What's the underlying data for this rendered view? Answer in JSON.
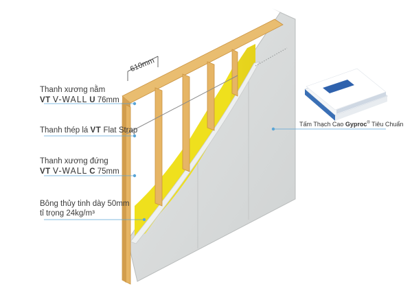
{
  "dimension": "610mm",
  "labels": {
    "horizontal_stud": {
      "line1": "Thanh xương nằm",
      "brand_vt": "VT",
      "brand_product": "V-WALL",
      "suffix": "U",
      "spec": "76mm"
    },
    "flat_strap": {
      "prefix": "Thanh thép lá",
      "brand_vt": "VT",
      "product": "Flat Strap"
    },
    "vertical_stud": {
      "line1": "Thanh xương đứng",
      "brand_vt": "VT",
      "brand_product": "V-WALL",
      "suffix": "C",
      "spec": "75mm"
    },
    "insulation": {
      "line1": "Bông thủy tinh dày 50mm",
      "line2": "tỉ trọng 24kg/m³"
    },
    "gypsum_board": {
      "prefix": "Tấm Thạch Cao",
      "brand": "Gyproc",
      "reg": "®",
      "suffix": "Tiêu Chuẩn"
    }
  },
  "colors": {
    "wood": "#e8b96a",
    "wood_dark": "#c9923f",
    "insulation": "#f2e11c",
    "board": "#d9dcdc",
    "board_edge": "#b9bcbc",
    "leader": "#5aa5d6"
  }
}
